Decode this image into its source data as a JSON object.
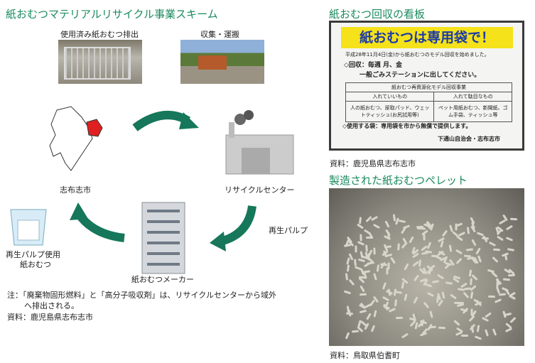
{
  "left": {
    "title": "紙おむつマテリアルリサイクル事業スキーム",
    "photo1_label": "使用済み紙おむつ排出",
    "photo2_label": "収集・運搬",
    "city_label": "志布志市",
    "center_label": "リサイクルセンター",
    "pulp_label": "再生パルプ",
    "maker_label": "紙おむつメーカー",
    "product_label_1": "再生パルプ使用",
    "product_label_2": "紙おむつ",
    "note_1": "注：「廃棄物固形燃料」と「高分子吸収剤」は、リサイクルセンターから域外",
    "note_2": "へ排出される。",
    "source": "資料：鹿児島県志布志市"
  },
  "right": {
    "sign_title": "紙おむつ回収の看板",
    "sign": {
      "headline": "紙おむつは専用袋で！",
      "line1": "平成28年11月4日(金)から紙おむつのモデル回収を始めました。",
      "line2": "◇回収：毎週 月、金",
      "line3": "一般ごみステーションに出してください。",
      "table_title": "紙おむつ再資源化モデル回収事業",
      "col_ok": "入れていいもの",
      "col_ng": "入れて駄目なもの",
      "ok_items": "人の紙おむつ、尿取パッド、ウェットティッシュ(お尻拭用等)",
      "ng_items": "ペット用紙おむつ、新聞紙、ゴム手袋、ティッシュ等",
      "line4": "◇使用する袋：専用袋を市から無償で提供します。",
      "line5": "下通山自治会・志布志市"
    },
    "sign_source": "資料：鹿児島県志布志市",
    "pellet_title": "製造された紙おむつペレット",
    "pellet_source": "資料：鳥取県伯耆町"
  },
  "colors": {
    "title": "#1a8a5e",
    "arrow": "#16775a",
    "sign_head": "#f5e21a"
  }
}
